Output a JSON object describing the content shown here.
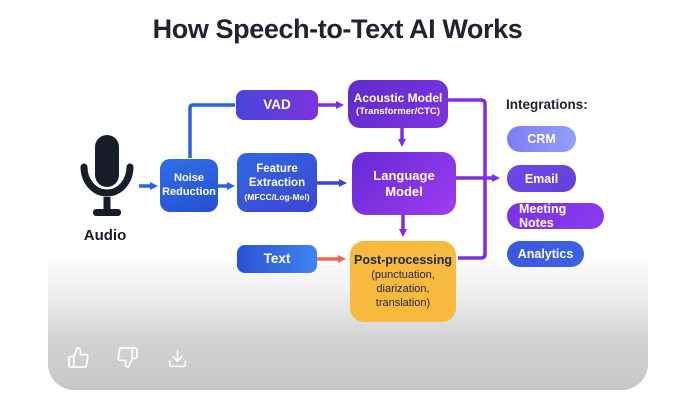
{
  "title": "How Speech-to-Text AI Works",
  "input": {
    "label": "Audio",
    "icon": "microphone-icon"
  },
  "nodes": {
    "noise_reduction": {
      "label": "Noise Reduction"
    },
    "vad": {
      "label": "VAD"
    },
    "feature_extraction": {
      "label": "Feature Extraction",
      "sublabel": "(MFCC/Log-Mel)"
    },
    "acoustic_model": {
      "label": "Acoustic Model",
      "sublabel": "(Transformer/CTC)"
    },
    "language_model": {
      "label": "Language Model"
    },
    "text": {
      "label": "Text"
    },
    "post_processing": {
      "label": "Post-processing",
      "sub1": "(punctuation,",
      "sub2": "diarization,",
      "sub3": "translation)"
    }
  },
  "integrations": {
    "header": "Integrations:",
    "items": [
      {
        "label": "CRM",
        "color": "#8287f5"
      },
      {
        "label": "Email",
        "color": "#6a45e2"
      },
      {
        "label": "Meeting Notes",
        "color": "#7c31e4"
      },
      {
        "label": "Analytics",
        "color": "#3b57dd"
      }
    ]
  },
  "flow": [
    "Audio -> Noise Reduction",
    "Noise Reduction -> VAD",
    "Noise Reduction -> Feature Extraction",
    "VAD -> Acoustic Model",
    "Feature Extraction -> Language Model",
    "Acoustic Model -> Language Model",
    "Language Model -> Post-processing",
    "Text -> Post-processing",
    "Acoustic Model / Language Model / Post-processing -> Integrations"
  ],
  "colors": {
    "blue_node": "#2b62dd",
    "purple_node": "#7330dd",
    "yellow_node": "#f7ba3e",
    "blue_arrow": "#2a62e0",
    "indigo_arrow": "#3c44d2",
    "purple_arrow": "#7c2fe0",
    "orange_arrow": "#e8694f",
    "title_text": "#20242f"
  },
  "footer": {
    "icons": [
      "thumbs-up",
      "thumbs-down",
      "download"
    ]
  }
}
